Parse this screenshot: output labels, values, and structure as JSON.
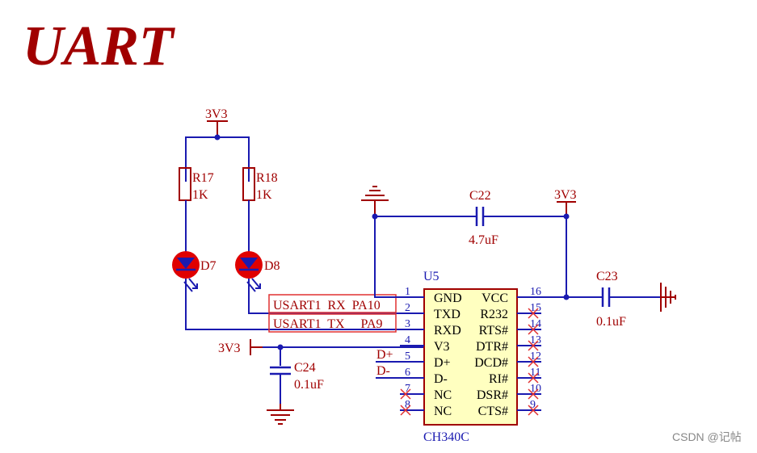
{
  "title": "UART",
  "watermark": "CSDN @记帖",
  "colors": {
    "wire": "#1a1ab0",
    "power": "#a00000",
    "led": "#e00000",
    "chip_fill": "#ffffc0",
    "chip_stroke": "#a00000",
    "highlight_box": "#e03030",
    "title": "#a00000"
  },
  "power_labels": {
    "vcc_top": "3V3",
    "vcc_c22": "3V3",
    "vcc_v3": "3V3"
  },
  "components": {
    "r17": {
      "ref": "R17",
      "value": "1K"
    },
    "r18": {
      "ref": "R18",
      "value": "1K"
    },
    "d7": {
      "ref": "D7"
    },
    "d8": {
      "ref": "D8"
    },
    "c22": {
      "ref": "C22",
      "value": "4.7uF"
    },
    "c23": {
      "ref": "C23",
      "value": "0.1uF"
    },
    "c24": {
      "ref": "C24",
      "value": "0.1uF"
    }
  },
  "nets": {
    "rx": "USART1  RX  PA10",
    "tx": "USART1  TX     PA9",
    "dplus": "D+",
    "dminus": "D-"
  },
  "chip": {
    "ref": "U5",
    "part": "CH340C",
    "left_pins": [
      {
        "num": "1",
        "name": "GND"
      },
      {
        "num": "2",
        "name": "TXD"
      },
      {
        "num": "3",
        "name": "RXD"
      },
      {
        "num": "4",
        "name": "V3"
      },
      {
        "num": "5",
        "name": "D+"
      },
      {
        "num": "6",
        "name": "D-"
      },
      {
        "num": "7",
        "name": "NC"
      },
      {
        "num": "8",
        "name": "NC"
      }
    ],
    "right_pins": [
      {
        "num": "16",
        "name": "VCC"
      },
      {
        "num": "15",
        "name": "R232"
      },
      {
        "num": "14",
        "name": "RTS#"
      },
      {
        "num": "13",
        "name": "DTR#"
      },
      {
        "num": "12",
        "name": "DCD#"
      },
      {
        "num": "11",
        "name": "RI#"
      },
      {
        "num": "10",
        "name": "DSR#"
      },
      {
        "num": "9",
        "name": "CTS#"
      }
    ]
  }
}
